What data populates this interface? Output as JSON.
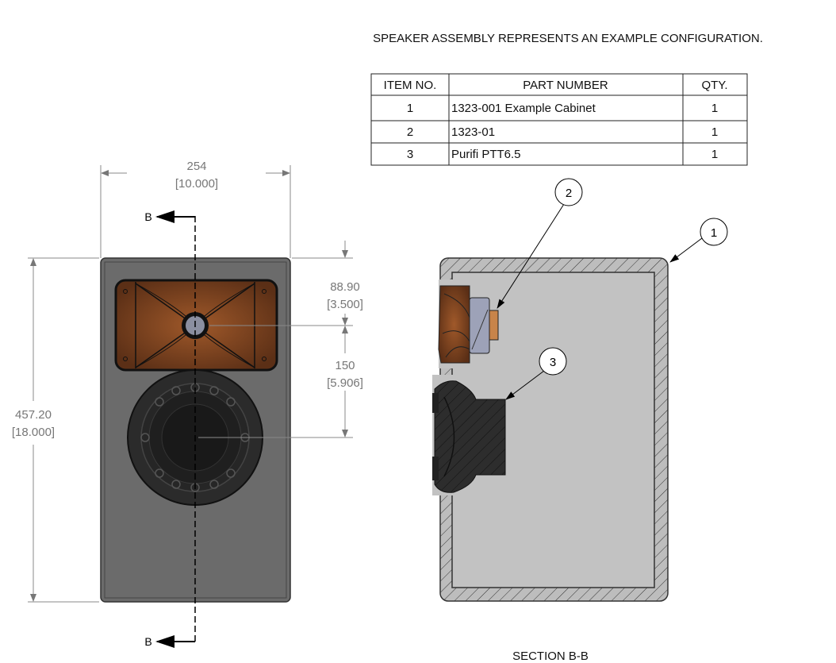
{
  "note": "SPEAKER ASSEMBLY REPRESENTS AN EXAMPLE CONFIGURATION.",
  "bom": {
    "headers": [
      "ITEM NO.",
      "PART NUMBER",
      "QTY."
    ],
    "rows": [
      {
        "item": "1",
        "part": "1323-001 Example Cabinet",
        "qty": "1"
      },
      {
        "item": "2",
        "part": "1323-01",
        "qty": "1"
      },
      {
        "item": "3",
        "part": "Purifi PTT6.5",
        "qty": "1"
      }
    ]
  },
  "front_view": {
    "width_mm": "254",
    "width_in": "[10.000]",
    "height_mm": "457.20",
    "height_in": "[18.000]",
    "tweeter_offset_mm": "88.90",
    "tweeter_offset_in": "[3.500]",
    "driver_spacing_mm": "150",
    "driver_spacing_in": "[5.906]",
    "section_label": "B"
  },
  "section_view": {
    "title": "SECTION B-B",
    "balloons": [
      "1",
      "2",
      "3"
    ]
  },
  "colors": {
    "cabinet": "#6b6b6b",
    "wood": "#6e3a1c",
    "woofer": "#2b2b2b",
    "interior": "#c2c2c2"
  }
}
